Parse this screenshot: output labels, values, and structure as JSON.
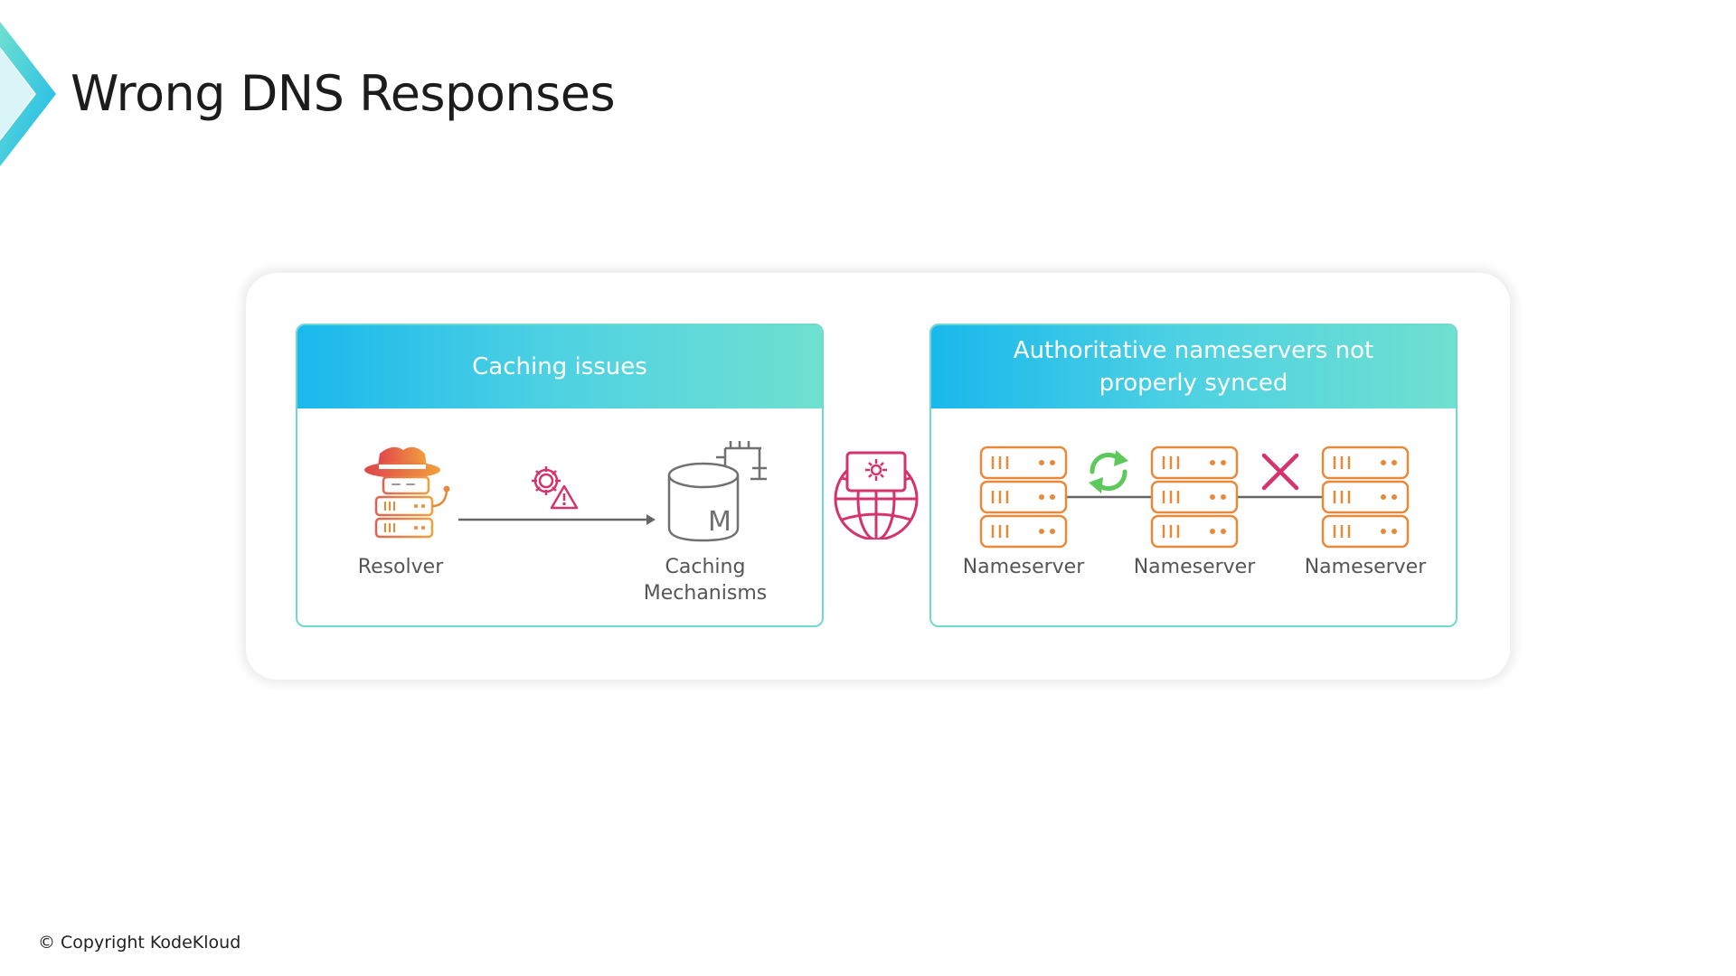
{
  "title": "Wrong DNS Responses",
  "copyright": "© Copyright KodeKloud",
  "colors": {
    "accent_cyan": "#1ab8ec",
    "accent_teal": "#6fe0cf",
    "server_orange": "#e8893a",
    "warning_pink": "#d6336c",
    "sync_green": "#5cc95c"
  },
  "left_panel": {
    "header": "Caching issues",
    "resolver_label": "Resolver",
    "caching_label_line1": "Caching",
    "caching_label_line2": "Mechanisms",
    "cache_letter": "M"
  },
  "right_panel": {
    "header": "Authoritative nameservers not properly synced",
    "nameservers": [
      {
        "label": "Nameserver"
      },
      {
        "label": "Nameserver"
      },
      {
        "label": "Nameserver"
      }
    ]
  },
  "icons": [
    "logo-chevron-icon",
    "hacker-hat-icon",
    "gear-warning-icon",
    "database-icon",
    "chip-icon",
    "globe-monitor-icon",
    "server-icon",
    "sync-icon",
    "cross-icon"
  ]
}
